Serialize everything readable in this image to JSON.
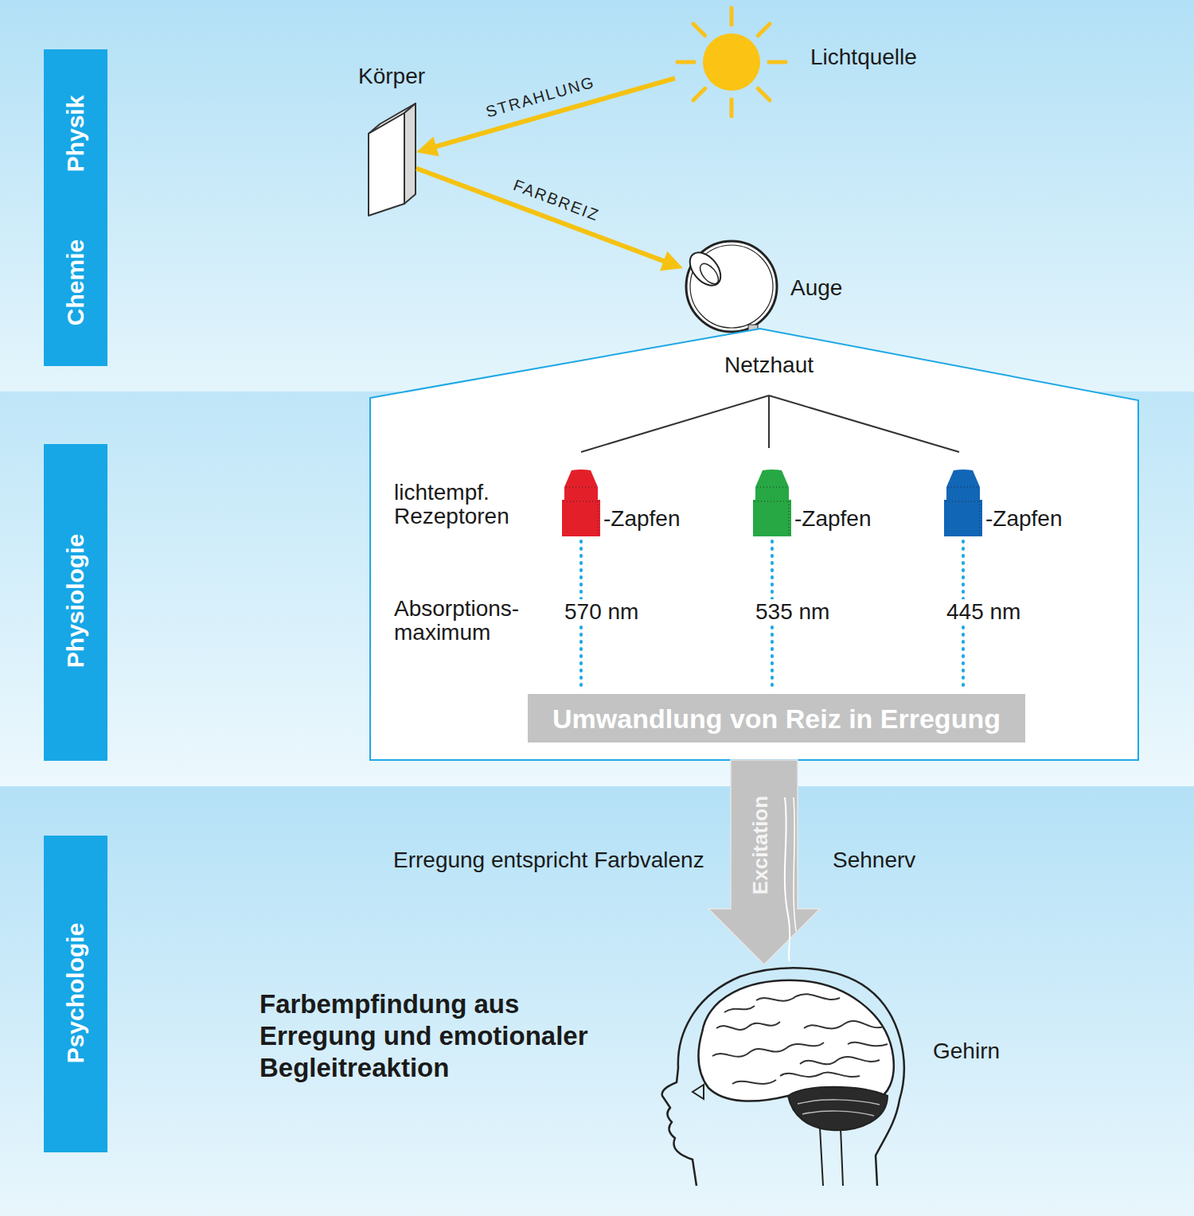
{
  "diagram": {
    "nodes": [
      {
        "text": [
          "Physik",
          "Chemie"
        ]
      },
      {
        "text": [
          "Körper"
        ]
      },
      {
        "text": [
          "Lichtquelle"
        ]
      },
      {
        "text": [
          "Auge"
        ]
      },
      {
        "text": [
          "Physiologie"
        ]
      },
      {
        "text": [
          "Netzhaut"
        ]
      },
      {
        "text": [
          "-Zapfen"
        ],
        "in": 5
      },
      {
        "text": [
          "-Zapfen"
        ],
        "in": 5
      },
      {
        "text": [
          "-Zapfen"
        ],
        "in": 5
      },
      {
        "text": [
          "Umwandlung von Reiz in Erregung"
        ],
        "in": 5
      },
      {
        "text": [
          "Psychologie"
        ]
      },
      {
        "text": [
          "Gehirn"
        ]
      }
    ],
    "edges": [
      {
        "from": 2,
        "to": 1,
        "label": "STRAHLUNG",
        "arrow": "to"
      },
      {
        "from": 1,
        "to": 3,
        "label": "FARBREIZ",
        "arrow": "to"
      },
      {
        "from": 6,
        "to": 9,
        "label": "570 nm",
        "arrow": "none"
      },
      {
        "from": 7,
        "to": 9,
        "label": "535 nm",
        "arrow": "none"
      },
      {
        "from": 8,
        "to": 9,
        "label": "445 nm",
        "arrow": "none"
      },
      {
        "from": 5,
        "to": 11,
        "label": "Excitation",
        "arrow": "to"
      }
    ],
    "labels": [
      "lichtempf. Rezeptoren",
      "Absorptions- maximum",
      "Erregung entspricht Farbvalenz",
      "Sehnerv",
      "Farbempfindung aus Erregung und emotionaler Begleitreaktion"
    ]
  }
}
